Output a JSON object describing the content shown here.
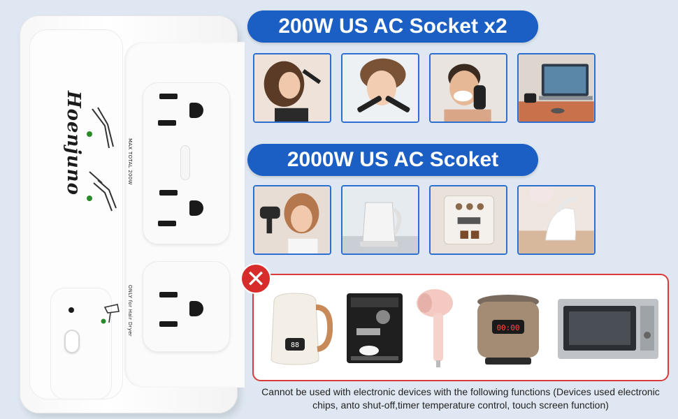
{
  "device": {
    "brand": "Hoenjuno",
    "label_max": "MAX TOTAL 200W",
    "label_hair": "ONLY for Hair Dryer"
  },
  "sections": {
    "low_power_title": "200W US AC Socket x2",
    "high_power_title": "2000W US AC Scoket"
  },
  "low_power_items": [
    {
      "icon": "hair-curler-woman"
    },
    {
      "icon": "electric-toothbrush-woman"
    },
    {
      "icon": "electric-shaver-man"
    },
    {
      "icon": "laptop-desk"
    }
  ],
  "high_power_items": [
    {
      "icon": "hair-dryer-woman"
    },
    {
      "icon": "electric-kettle"
    },
    {
      "icon": "espresso-machine"
    },
    {
      "icon": "steam-iron"
    }
  ],
  "banned_items": [
    {
      "icon": "smart-kettle",
      "display": "88"
    },
    {
      "icon": "coffee-machine"
    },
    {
      "icon": "pink-hair-dryer"
    },
    {
      "icon": "pressure-cooker",
      "display": "00:00"
    },
    {
      "icon": "toaster-oven"
    }
  ],
  "warning_note": "Cannot be used with electronic devices with the following functions (Devices used electronic chips, anto shut-off,timer temperature control, touch screen function)",
  "colors": {
    "accent_blue": "#1b5fc4",
    "warning_red": "#d62c2c",
    "background": "#dfe8f2"
  }
}
